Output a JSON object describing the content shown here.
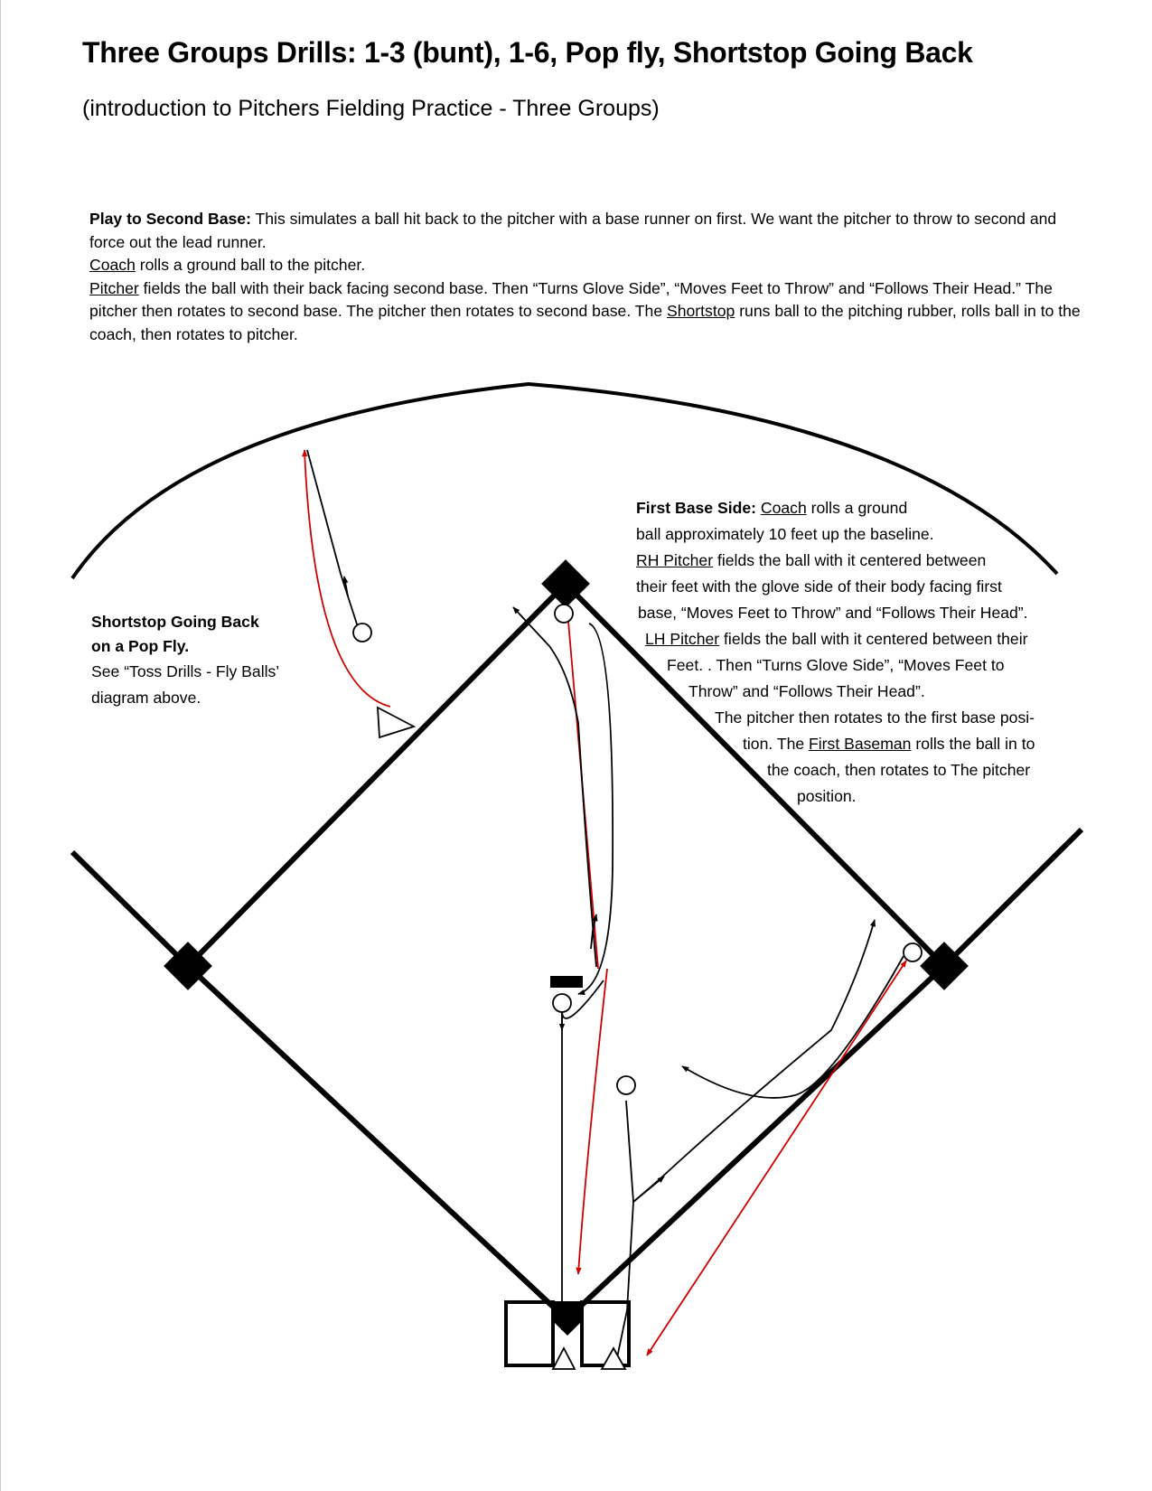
{
  "title": "Three Groups Drills: 1-3 (bunt), 1-6, Pop fly, Shortstop Going Back",
  "subtitle": "(introduction to Pitchers Fielding Practice - Three Groups)",
  "second_base_play": {
    "heading": "Play to Second Base:",
    "line1": "This simulates a ball hit back to the pitcher with a base runner on first.  We want the pitcher to throw to second and force out the lead runner.",
    "coach_label": "Coach",
    "coach_text": "rolls a ground ball to the pitcher.",
    "pitcher_label": "Pitcher",
    "pitcher_text": "fields the ball with their back facing second base.  Then “Turns Glove Side”, “Moves Feet to Throw” and “Follows Their Head.”  The pitcher then rotates to second base.  The pitcher then rotates to second base.  The",
    "shortstop_label": "Shortstop",
    "shortstop_text": "runs ball to the pitching rubber, rolls ball in to the coach, then rotates to pitcher."
  },
  "shortstop_note": {
    "heading": "Shortstop Going Back on a Pop Fly.",
    "body": "See “Toss Drills - Fly Balls’ diagram above."
  },
  "first_base_side": {
    "lines": [
      {
        "parts": [
          {
            "t": "First Base Side:",
            "b": true
          },
          {
            "t": " "
          },
          {
            "t": "Coach",
            "u": true
          },
          {
            "t": " rolls a ground"
          }
        ]
      },
      {
        "parts": [
          {
            "t": "ball approximately 10 feet up the baseline."
          }
        ]
      },
      {
        "parts": [
          {
            "t": "RH Pitcher",
            "u": true
          },
          {
            "t": " fields the ball with it centered between"
          }
        ]
      },
      {
        "parts": [
          {
            "t": "their feet with the glove side of their body facing first"
          }
        ]
      },
      {
        "parts": [
          {
            "t": "base, “Moves Feet to Throw” and “Follows Their Head”."
          }
        ]
      },
      {
        "parts": [
          {
            "t": "LH Pitcher",
            "u": true
          },
          {
            "t": " fields the ball with it centered between their"
          }
        ]
      },
      {
        "parts": [
          {
            "t": "Feet. .  Then “Turns Glove Side”,  “Moves Feet to"
          }
        ]
      },
      {
        "parts": [
          {
            "t": "Throw” and “Follows Their Head”."
          }
        ]
      },
      {
        "parts": [
          {
            "t": "The pitcher then rotates to the first base posi-"
          }
        ]
      },
      {
        "parts": [
          {
            "t": "tion. The "
          },
          {
            "t": "First Baseman",
            "u": true
          },
          {
            "t": " rolls the ball in to"
          }
        ]
      },
      {
        "parts": [
          {
            "t": "the coach, then rotates to The pitcher"
          }
        ]
      },
      {
        "parts": [
          {
            "t": "position."
          }
        ]
      }
    ]
  },
  "colors": {
    "line": "#000000",
    "throw": "#d00000",
    "background": "#ffffff"
  }
}
